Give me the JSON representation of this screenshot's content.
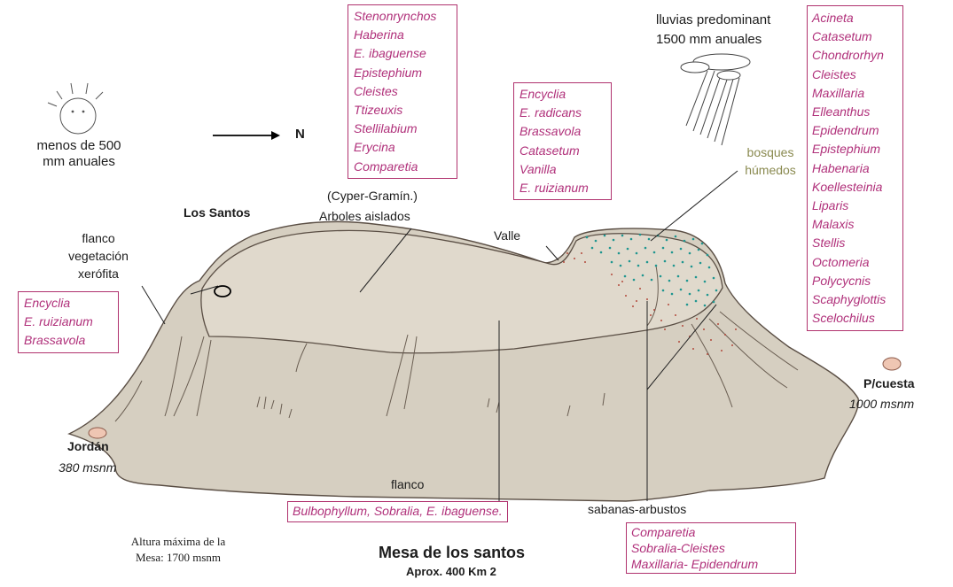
{
  "labels": {
    "sun_text": [
      "menos de 500",
      "mm anuales"
    ],
    "north": "N",
    "rain_text": [
      "lluvias predominant",
      "1500 mm anuales"
    ],
    "los_santos": "Los Santos",
    "flanco_veg": [
      "flanco",
      "vegetación",
      "xerófita"
    ],
    "cyper": "(Cyper-Gramín.)",
    "arboles": "Arboles aislados",
    "valle": "Valle",
    "bosques": [
      "bosques",
      "húmedos"
    ],
    "p_cuesta": "P/cuesta",
    "p_cuesta_alt": "1000 msnm",
    "jordan": "Jordán",
    "jordan_alt": "380 msnm",
    "flanco": "flanco",
    "sabanas": "sabanas-arbustos",
    "altura": [
      "Altura máxima de la",
      "Mesa: 1700 msnm"
    ],
    "title": "Mesa de los santos",
    "subtitle": "Aprox.  400 Km 2"
  },
  "boxes": {
    "top": [
      "Stenonrynchos",
      "Haberina",
      "E. ibaguense",
      "Epistephium",
      "Cleistes",
      "Ttizeuxis",
      "Stellilabium",
      "Erycina",
      "Comparetia"
    ],
    "valle": [
      "Encyclia",
      "E. radicans",
      "Brassavola",
      "Catasetum",
      "Vanilla",
      "E. ruizianum"
    ],
    "right": [
      "Acineta",
      "Catasetum",
      "Chondrorhyn",
      "Cleistes",
      " Maxillaria",
      "Elleanthus",
      "Epidendrum",
      "Epistephium",
      "Habenaria",
      "Koellesteinia",
      "Liparis",
      "Malaxis",
      " Stellis",
      "Octomeria",
      "Polycycnis",
      "Scaphyglottis",
      "Scelochilus"
    ],
    "left": [
      "Encyclia",
      "E. ruizianum",
      "Brassavola"
    ],
    "flanco": "Bulbophyllum, Sobralia, E. ibaguense.",
    "sabanas": [
      "Comparetia",
      "Sobralia-Cleistes",
      "Maxillaria- Epidendrum"
    ]
  },
  "colors": {
    "mesa_fill": "#d6cfc1",
    "box_border": "#b0326e",
    "box_text": "#b0307a",
    "bosques_text": "#8a8a50",
    "forest_dots": "#1f9690",
    "savanna_dots": "#b14a3c",
    "pin_fill": "#efc6b3",
    "pin_stroke": "#8b5a4a"
  }
}
